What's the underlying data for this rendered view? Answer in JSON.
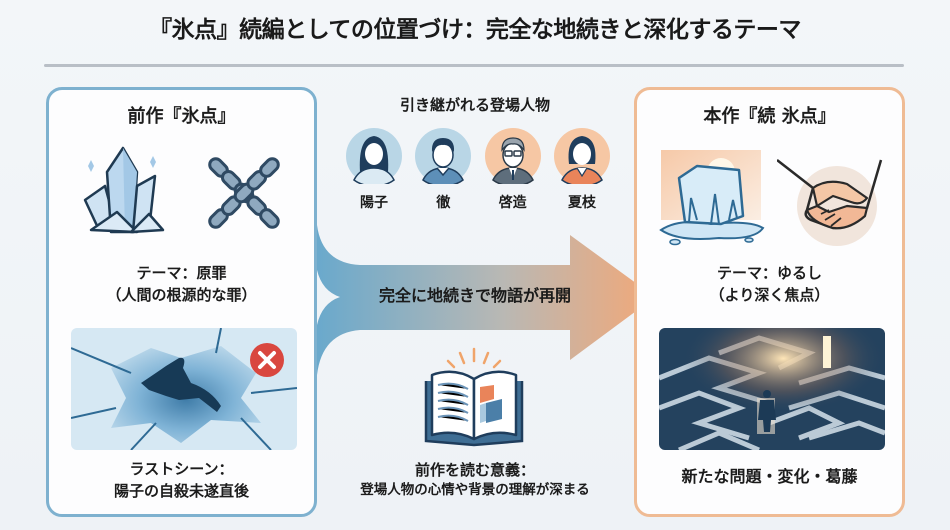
{
  "title": "『氷点』続編としての位置づけ：完全な地続きと深化するテーマ",
  "left_panel": {
    "heading": "前作『氷点』",
    "icons": [
      "ice-crystal-icon",
      "crossed-chains-icon"
    ],
    "theme_line1": "テーマ：原罪",
    "theme_line2": "（人間の根源的な罪）",
    "scene_image": "cracked-ice-figure-image",
    "scene_badge": "red-x-icon",
    "caption_line1": "ラストシーン：",
    "caption_line2": "陽子の自殺未遂直後",
    "border_color": "#7eb1cf"
  },
  "center": {
    "characters_heading": "引き継がれる登場人物",
    "characters": [
      {
        "name": "陽子",
        "avatar": "young-woman-avatar",
        "bg": "#b9d6e6"
      },
      {
        "name": "徹",
        "avatar": "young-man-avatar",
        "bg": "#b9d6e6"
      },
      {
        "name": "啓造",
        "avatar": "older-man-glasses-avatar",
        "bg": "#f6c7a4"
      },
      {
        "name": "夏枝",
        "avatar": "woman-avatar",
        "bg": "#f6c7a4"
      }
    ],
    "arrow_label": "完全に地続きで物語が再開",
    "arrow_gradient": [
      "#6aa9cc",
      "#f2a878"
    ],
    "book_icon": "open-book-puzzle-icon",
    "reason_line1": "前作を読む意義：",
    "reason_line2": "登場人物の心情や背景の理解が深まる"
  },
  "right_panel": {
    "heading": "本作『続 氷点』",
    "icons": [
      "melting-ice-icon",
      "handshake-icon"
    ],
    "theme_line1": "テーマ：ゆるし",
    "theme_line2": "（より深く焦点）",
    "scene_image": "maze-with-light-door-image",
    "caption": "新たな問題・変化・葛藤",
    "border_color": "#efbb94"
  }
}
